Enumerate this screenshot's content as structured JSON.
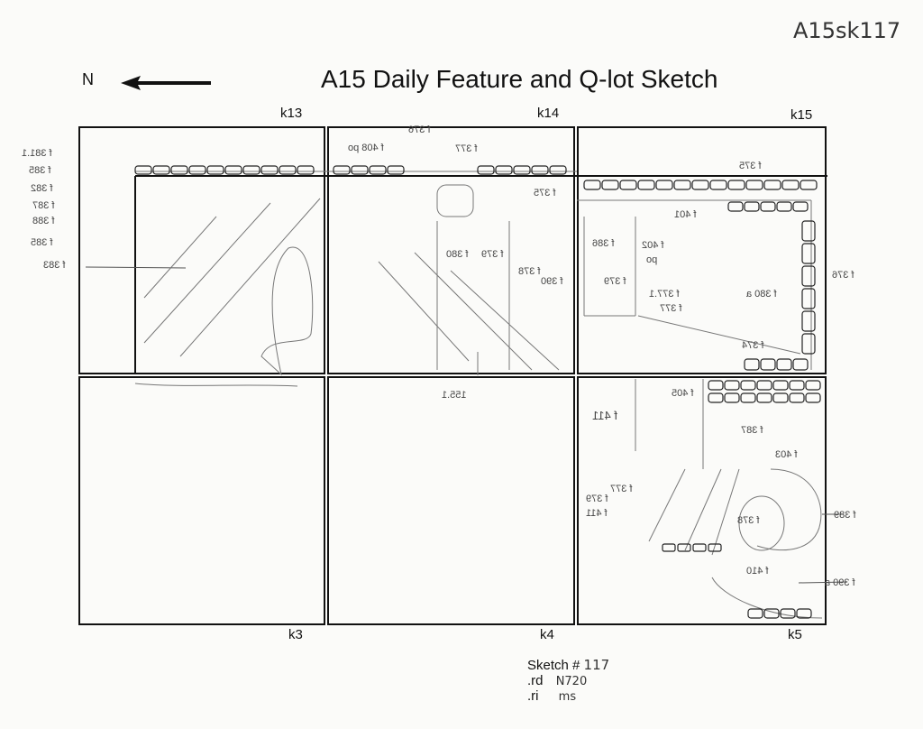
{
  "sheet_id": "A15sk117",
  "header": {
    "north_label": "N",
    "title": "A15 Daily Feature and Q-lot Sketch"
  },
  "grid_labels": [
    "k13",
    "k14",
    "k15",
    "k3",
    "k4",
    "k5"
  ],
  "annotations": {
    "left_margin": [
      "f 381.1",
      "f 385",
      "f 382",
      "f 387",
      "f 388",
      "f 385",
      "f 383"
    ],
    "k14": [
      "f 408 po",
      "f 376",
      "f 377",
      "f 375",
      "f 380",
      "f 379",
      "f 378",
      "f 390"
    ],
    "k15": [
      "f 375",
      "f 401",
      "f 386",
      "f 402",
      "po",
      "f 379",
      "f 377.1",
      "f 380 a",
      "f 377",
      "f 376",
      "f 374"
    ],
    "k4": [
      "f 411",
      "155.1"
    ],
    "k5": [
      "f 405",
      "f 411",
      "f 387",
      "f 403",
      "f 377",
      "f 379",
      "f 378",
      "f 410",
      "f 389",
      "f 390 a"
    ]
  },
  "footer": {
    "sketch_label": "Sketch #",
    "sketch_number": "117",
    "rd_label": ".rd",
    "rd_value": "N720",
    "ri_label": ".ri",
    "ri_value": "ms"
  }
}
